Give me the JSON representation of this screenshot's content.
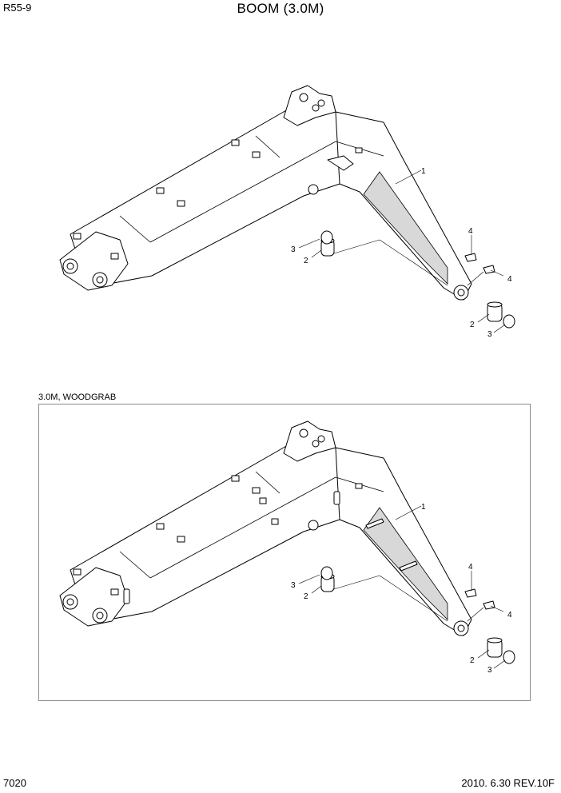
{
  "header": {
    "model": "R55-9",
    "title": "BOOM (3.0M)"
  },
  "section": {
    "label": "3.0M, WOODGRAB"
  },
  "callouts": {
    "boom": "1",
    "bushing": "2",
    "seal": "3",
    "grease_nipple": "4"
  },
  "footer": {
    "page": "7020",
    "revision": "2010. 6.30  REV.10F"
  }
}
